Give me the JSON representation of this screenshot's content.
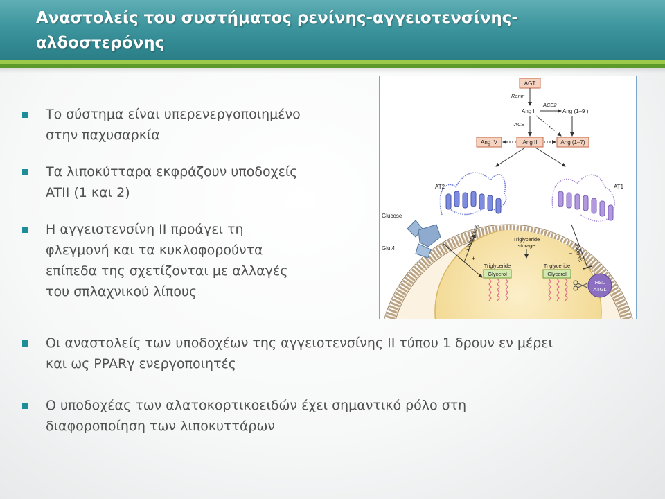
{
  "slide": {
    "title": "Αναστολείς του συστήματος ρενίνης-αγγειοτενσίνης-\nαλδοστερόνης",
    "bullets": [
      "Το σύστημα είναι υπερενεργοποιημένο\nστην παχυσαρκία",
      "Τα λιποκύτταρα εκφράζουν υποδοχείς\nATII (1 και 2)",
      "Η αγγειοτενσίνη ΙΙ προάγει τη\nφλεγμονή και τα κυκλοφορούντα\nεπίπεδα  της σχετίζονται με αλλαγές\nτου σπλαχνικού λίπους",
      "Οι αναστολείς των υποδοχέων της αγγειοτενσίνης ΙΙ τύπου 1 δρουν εν μέρει\nκαι ως  PPARγ ενεργοποιητές",
      "Ο υποδοχέας των αλατοκορτικοειδών έχει σημαντικό ρόλο στη\nδιαφοροποίηση των λιποκυττάρων"
    ]
  },
  "figure": {
    "labels": {
      "agt": "AGT",
      "renin": "Renin",
      "ang1": "Ang I",
      "ace2": "ACE2",
      "ang19": "Ang (1–9 )",
      "ace": "ACE",
      "ang4": "Ang IV",
      "ang2": "Ang II",
      "ang17": "Ang (1–7)",
      "at2": "AT2",
      "at1": "AT1",
      "glucose": "Glucose",
      "glut4": "Glut4",
      "lipogenesis": "Lipogenesis",
      "lipolysis": "Lipolysis",
      "plus": "+",
      "minus": "–",
      "tg_storage_1": "Triglyceride",
      "tg_storage_2": "storage",
      "triglyceride_left": "Triglyceride",
      "triglyceride_right": "Triglyceride",
      "glycerol_left": "Glycerol",
      "glycerol_right": "Glycerol",
      "hsl": "HSL",
      "atgl": "ATGL"
    },
    "colors": {
      "box_fill": "#f6d2c0",
      "box_stroke": "#c46a4a",
      "membrane": "#c8b59a",
      "receptor_at2": "#6f7fd4",
      "receptor_at1": "#a98ad8",
      "droplet": "#f8e3a6",
      "glycerol_fill": "#d5eab0",
      "enzyme": "#8c6fc1"
    }
  }
}
